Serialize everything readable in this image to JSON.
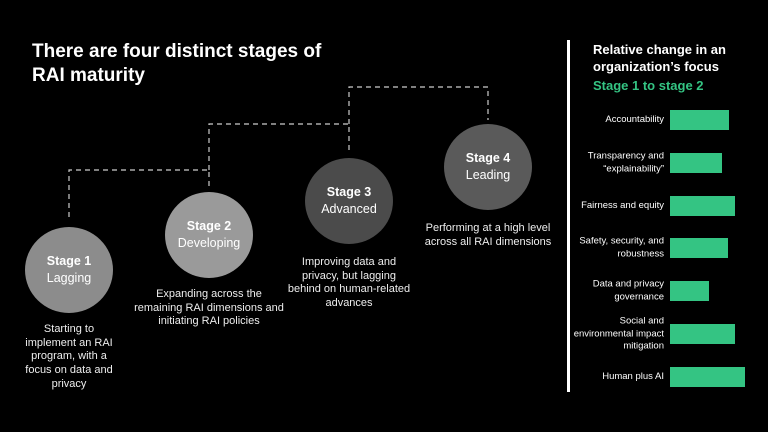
{
  "title": "There are four distinct stages of RAI maturity",
  "stages": [
    {
      "stage": "Stage 1",
      "name": "Lagging",
      "description": "Starting to implement an RAI program, with a focus on data and privacy",
      "color": "#8c8c8c"
    },
    {
      "stage": "Stage 2",
      "name": "Developing",
      "description": "Expanding across the remaining RAI dimensions and initiating RAI policies",
      "color": "#9a9a9a"
    },
    {
      "stage": "Stage 3",
      "name": "Advanced",
      "description": "Improving data and privacy, but lagging behind on human-related advances",
      "color": "#4b4b4b"
    },
    {
      "stage": "Stage 4",
      "name": "Leading",
      "description": "Performing at a high level across all RAI dimensions",
      "color": "#5a5a5a"
    }
  ],
  "panel": {
    "title": "Relative change in an organization’s focus",
    "subtitle": "Stage 1 to stage 2",
    "accent": "#34c483"
  },
  "chart_data": {
    "type": "bar",
    "orientation": "horizontal",
    "title": "Relative change in an organization’s focus",
    "subtitle": "Stage 1 to stage 2",
    "categories": [
      "Accountability",
      "Transparency and “explainability”",
      "Fairness and equity",
      "Safety, security, and robustness",
      "Data and privacy governance",
      "Social and environmental impact mitigation",
      "Human plus AI"
    ],
    "values": [
      59,
      52,
      65,
      58,
      39,
      65,
      75
    ],
    "units": "relative (no axis shown)"
  }
}
